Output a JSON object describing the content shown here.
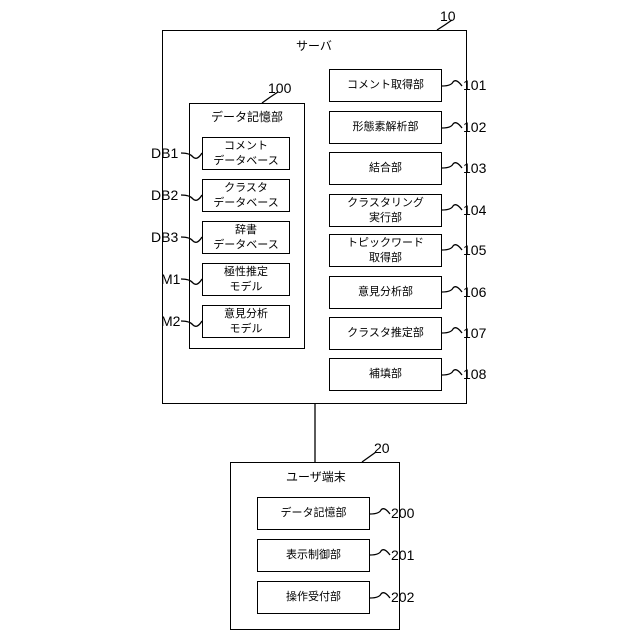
{
  "server": {
    "title": "サーバ",
    "ref": "10",
    "storage": {
      "title": "データ記憶部",
      "ref": "100",
      "items": [
        {
          "line1": "コメント",
          "line2": "データベース",
          "ref": "DB1"
        },
        {
          "line1": "クラスタ",
          "line2": "データベース",
          "ref": "DB2"
        },
        {
          "line1": "辞書",
          "line2": "データベース",
          "ref": "DB3"
        },
        {
          "line1": "極性推定",
          "line2": "モデル",
          "ref": "M1"
        },
        {
          "line1": "意見分析",
          "line2": "モデル",
          "ref": "M2"
        }
      ]
    },
    "units": [
      {
        "line1": "コメント取得部",
        "line2": "",
        "ref": "101"
      },
      {
        "line1": "形態素解析部",
        "line2": "",
        "ref": "102"
      },
      {
        "line1": "結合部",
        "line2": "",
        "ref": "103"
      },
      {
        "line1": "クラスタリング",
        "line2": "実行部",
        "ref": "104"
      },
      {
        "line1": "トピックワード",
        "line2": "取得部",
        "ref": "105"
      },
      {
        "line1": "意見分析部",
        "line2": "",
        "ref": "106"
      },
      {
        "line1": "クラスタ推定部",
        "line2": "",
        "ref": "107"
      },
      {
        "line1": "補填部",
        "line2": "",
        "ref": "108"
      }
    ]
  },
  "terminal": {
    "title": "ユーザ端末",
    "ref": "20",
    "units": [
      {
        "label": "データ記憶部",
        "ref": "200"
      },
      {
        "label": "表示制御部",
        "ref": "201"
      },
      {
        "label": "操作受付部",
        "ref": "202"
      }
    ]
  }
}
